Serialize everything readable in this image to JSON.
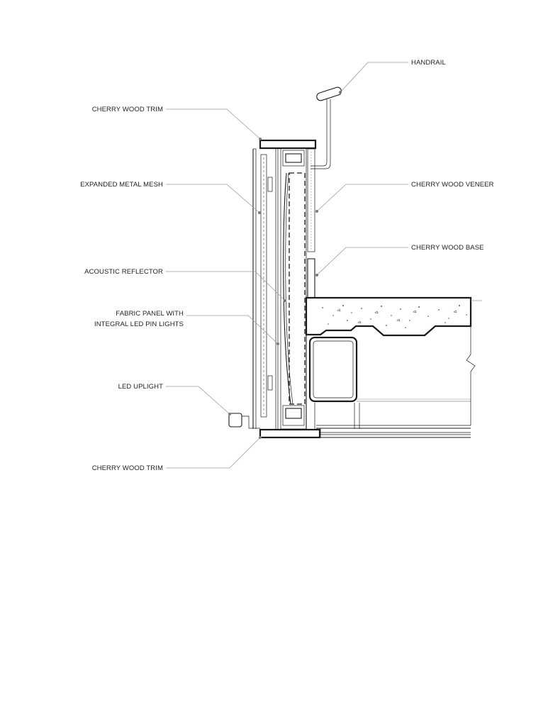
{
  "labels": {
    "handrail": "HANDRAIL",
    "cherry_wood_trim_top": "CHERRY WOOD TRIM",
    "expanded_metal_mesh": "EXPANDED METAL MESH",
    "cherry_wood_veneer": "CHERRY WOOD VENEER",
    "cherry_wood_base": "CHERRY WOOD BASE",
    "acoustic_reflector": "ACOUSTIC REFLECTOR",
    "fabric_panel_line1": "FABRIC PANEL WITH",
    "fabric_panel_line2": "INTEGRAL LED PIN LIGHTS",
    "led_uplight": "LED UPLIGHT",
    "cherry_wood_trim_bottom": "CHERRY WOOD TRIM"
  },
  "colors": {
    "line": "#1a1a1a",
    "leader": "#9a9a9a",
    "text": "#222222"
  }
}
